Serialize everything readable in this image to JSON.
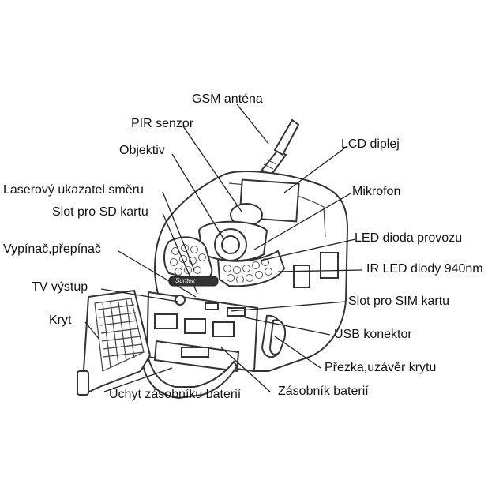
{
  "labels": {
    "gsm_antenna": "GSM anténa",
    "pir_sensor": "PIR senzor",
    "lens": "Objektiv",
    "lcd_display": "LCD diplej",
    "laser_pointer": "Laserový ukazatel směru",
    "microphone": "Mikrofon",
    "sd_slot": "Slot pro SD kartu",
    "led_power": "LED dioda provozu",
    "switch": "Vypínač,přepínač",
    "ir_led": "IR LED diody 940nm",
    "tv_out": "TV výstup",
    "sim_slot": "Slot pro SIM kartu",
    "cover": "Kryt",
    "usb_connector": "USB konektor",
    "strap_latch": "Přezka,uzávěr krytu",
    "battery_tray_handle": "Úchyt zásobníku baterií",
    "battery_tray": "Zásobník baterií"
  },
  "brand_text": "Suntek"
}
